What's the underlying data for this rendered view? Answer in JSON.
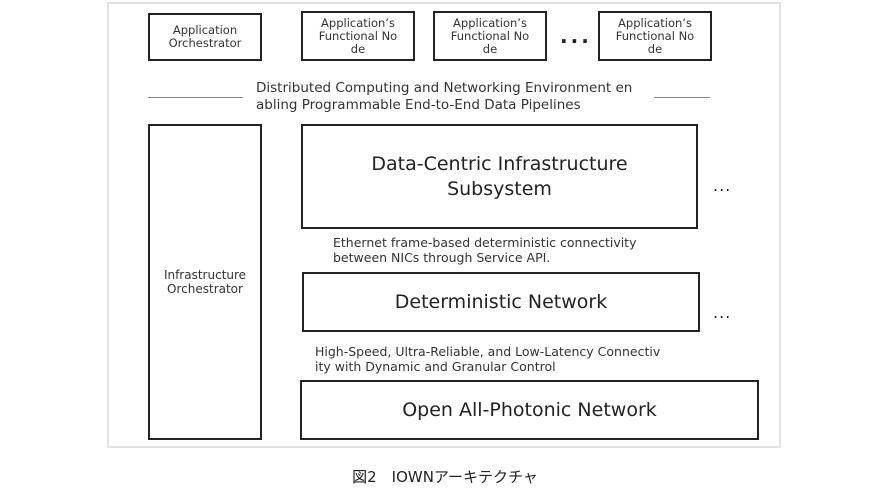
{
  "diagram": {
    "app_layer": {
      "orchestrator": "Application\nOrchestrator",
      "functional_nodes": [
        "Application’s\nFunctional No\nde",
        "Application’s\nFunctional No\nde",
        "Application’s\nFunctional No\nde"
      ],
      "ellipsis": "..."
    },
    "environment_label": "Distributed Computing and Networking Environment en\nabling Programmable End-to-End Data Pipelines",
    "infrastructure_orchestrator": "Infrastructure\nOrchestrator",
    "layers": [
      {
        "name": "Data-Centric Infrastructure\nSubsystem",
        "ellipsis": "..."
      },
      {
        "name": "Deterministic Network",
        "ellipsis": "..."
      },
      {
        "name": "Open All-Photonic Network"
      }
    ],
    "connectors": [
      "Ethernet frame-based deterministic connectivity\nbetween NICs through Service API.",
      "High-Speed, Ultra-Reliable, and Low-Latency Connectiv\nity with Dynamic and Granular Control"
    ],
    "caption": "図2　IOWNアーキテクチャ"
  }
}
